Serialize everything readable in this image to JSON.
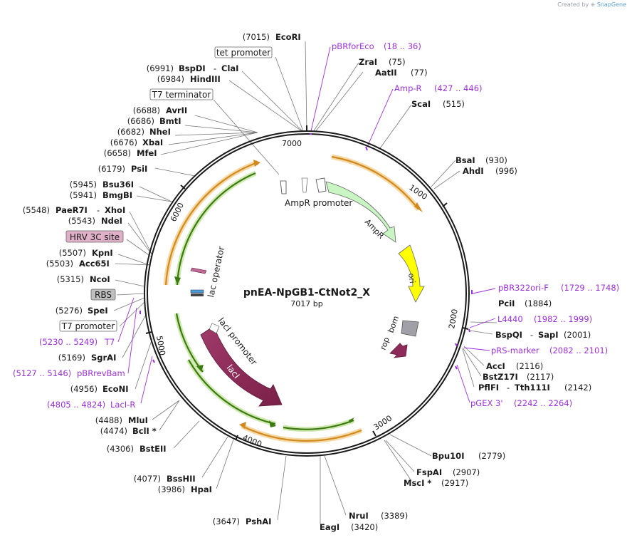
{
  "credit": {
    "prefix": "Created by",
    "brand": "SnapGene"
  },
  "map": {
    "name": "pnEA-NpGB1-CtNot2_X",
    "length_label": "7017 bp",
    "ticks": [
      "1000",
      "2000",
      "3000",
      "4000",
      "5000",
      "6000",
      "7000"
    ]
  },
  "colors": {
    "backbone": "#1a1a1a",
    "feature_text": "#9b30d9",
    "lacI": "#8e2a5a",
    "rop": "#8e2a5a",
    "ori": "#ffff00",
    "ampR": "#c9f5c2",
    "orange_orf": "#f0a030",
    "green_orf": "#4a8a1a",
    "bom": "#a0a0a8",
    "hrv3c": "#e0b0c8",
    "rbs": "#c0c0c0"
  },
  "features": {
    "ampR": "AmpR",
    "ampR_promoter": "AmpR promoter",
    "ori": "ori",
    "bom": "bom",
    "rop": "rop",
    "lacI": "lacI",
    "lacI_promoter": "lacI promoter",
    "lac_operator": "lac operator"
  },
  "boxed": {
    "tet_promoter": "tet promoter",
    "t7_terminator": "T7 terminator",
    "hrv3c": "HRV 3C site",
    "rbs": "RBS",
    "t7_promoter": "T7 promoter"
  },
  "sites": {
    "EcoRI": {
      "name": "EcoRI",
      "pos": "(7015)"
    },
    "BspDI": {
      "name": "BspDI",
      "pos": "(6991)"
    },
    "ClaI": {
      "name": "ClaI"
    },
    "HindIII": {
      "name": "HindIII",
      "pos": "(6984)"
    },
    "AvrII": {
      "name": "AvrII",
      "pos": "(6688)"
    },
    "BmtI": {
      "name": "BmtI",
      "pos": "(6686)"
    },
    "NheI": {
      "name": "NheI",
      "pos": "(6682)"
    },
    "XbaI": {
      "name": "XbaI",
      "pos": "(6676)"
    },
    "MfeI": {
      "name": "MfeI",
      "pos": "(6658)"
    },
    "PsiI": {
      "name": "PsiI",
      "pos": "(6179)"
    },
    "Bsu36I": {
      "name": "Bsu36I",
      "pos": "(5945)"
    },
    "BmgBI": {
      "name": "BmgBI",
      "pos": "(5941)"
    },
    "PaeR7I": {
      "name": "PaeR7I",
      "pos": "(5548)"
    },
    "XhoI": {
      "name": "XhoI"
    },
    "NdeI": {
      "name": "NdeI",
      "pos": "(5543)"
    },
    "KpnI": {
      "name": "KpnI",
      "pos": "(5507)"
    },
    "Acc65I": {
      "name": "Acc65I",
      "pos": "(5503)"
    },
    "NcoI": {
      "name": "NcoI",
      "pos": "(5315)"
    },
    "SpeI": {
      "name": "SpeI",
      "pos": "(5276)"
    },
    "SgrAI": {
      "name": "SgrAI",
      "pos": "(5169)"
    },
    "EcoNI": {
      "name": "EcoNI",
      "pos": "(4956)"
    },
    "MluI": {
      "name": "MluI",
      "pos": "(4488)"
    },
    "BclI": {
      "name": "BclI *",
      "pos": "(4474)"
    },
    "BstEII": {
      "name": "BstEII",
      "pos": "(4306)"
    },
    "BssHII": {
      "name": "BssHII",
      "pos": "(4077)"
    },
    "HpaI": {
      "name": "HpaI",
      "pos": "(3986)"
    },
    "PshAI": {
      "name": "PshAI",
      "pos": "(3647)"
    },
    "NruI": {
      "name": "NruI",
      "pos": "(3389)"
    },
    "EagI": {
      "name": "EagI",
      "pos": "(3420)"
    },
    "MscI": {
      "name": "MscI *",
      "pos": "(2917)"
    },
    "FspAI": {
      "name": "FspAI",
      "pos": "(2907)"
    },
    "Bpu10I": {
      "name": "Bpu10I",
      "pos": "(2779)"
    },
    "PflFI": {
      "name": "PflFI"
    },
    "Tth111I": {
      "name": "Tth111I",
      "pos": "(2142)"
    },
    "BstZ17I": {
      "name": "BstZ17I",
      "pos": "(2117)"
    },
    "AccI": {
      "name": "AccI",
      "pos": "(2116)"
    },
    "BspQI": {
      "name": "BspQI"
    },
    "SapI": {
      "name": "SapI",
      "pos": "(2001)"
    },
    "PciI": {
      "name": "PciI",
      "pos": "(1884)"
    },
    "AhdI": {
      "name": "AhdI",
      "pos": "(996)"
    },
    "BsaI": {
      "name": "BsaI",
      "pos": "(930)"
    },
    "ScaI": {
      "name": "ScaI",
      "pos": "(515)"
    },
    "AatII": {
      "name": "AatII",
      "pos": "(77)"
    },
    "ZraI": {
      "name": "ZraI",
      "pos": "(75)"
    }
  },
  "primers": {
    "pBRforEco": {
      "name": "pBRforEco",
      "range": "(18 .. 36)"
    },
    "AmpR": {
      "name": "Amp-R",
      "range": "(427 .. 446)"
    },
    "pBR322ori": {
      "name": "pBR322ori-F",
      "range": "(1729 .. 1748)"
    },
    "L4440": {
      "name": "L4440",
      "range": "(1982 .. 1999)"
    },
    "pRSmarker": {
      "name": "pRS-marker",
      "range": "(2082 .. 2101)"
    },
    "pGEX3": {
      "name": "pGEX 3'",
      "range": "(2242 .. 2264)"
    },
    "T7": {
      "name": "T7",
      "range": "(5230 .. 5249)"
    },
    "pBRrevBam": {
      "name": "pBRrevBam",
      "range": "(5127 .. 5146)"
    },
    "LacIR": {
      "name": "LacI-R",
      "range": "(4805 .. 4824)"
    }
  }
}
